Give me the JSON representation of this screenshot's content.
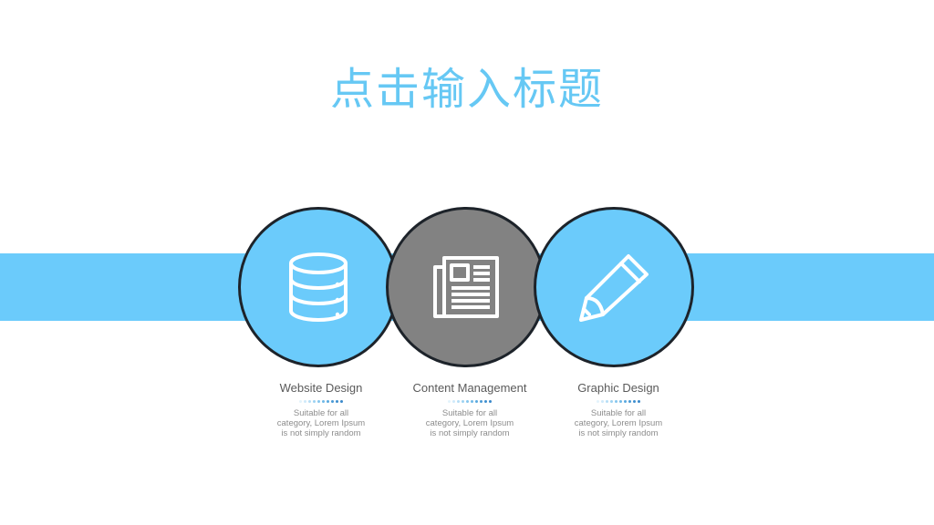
{
  "slide": {
    "title": "点击输入标题",
    "accent_color": "#6bcbfb",
    "secondary_color": "#828282"
  },
  "items": [
    {
      "icon": "database-icon",
      "title": "Website Design",
      "desc": "Suitable for all category, Lorem Ipsum is not simply random"
    },
    {
      "icon": "newspaper-icon",
      "title": "Content Management",
      "desc": "Suitable for all category, Lorem Ipsum is not simply random"
    },
    {
      "icon": "pencil-icon",
      "title": "Graphic Design",
      "desc": "Suitable for all category, Lorem Ipsum is not simply random"
    }
  ]
}
